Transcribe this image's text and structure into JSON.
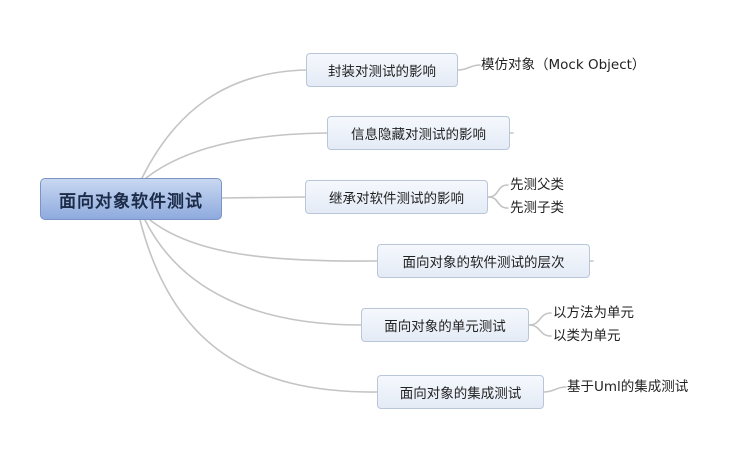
{
  "mindmap": {
    "root": "面向对象软件测试",
    "branches": [
      {
        "label": "封装对测试的影响",
        "children": [
          "模仿对象（Mock Object）"
        ]
      },
      {
        "label": "信息隐藏对测试的影响",
        "children": []
      },
      {
        "label": "继承对软件测试的影响",
        "children": [
          "先测父类",
          "先测子类"
        ]
      },
      {
        "label": "面向对象的软件测试的层次",
        "children": []
      },
      {
        "label": "面向对象的单元测试",
        "children": [
          "以方法为单元",
          "以类为单元"
        ]
      },
      {
        "label": "面向对象的集成测试",
        "children": [
          "基于Uml的集成测试"
        ]
      }
    ]
  },
  "colors": {
    "connector": "#c4c4c4",
    "root_fill": "#9db5e3",
    "branch_fill": "#e8eef8",
    "branch_border": "#b9c6da"
  }
}
